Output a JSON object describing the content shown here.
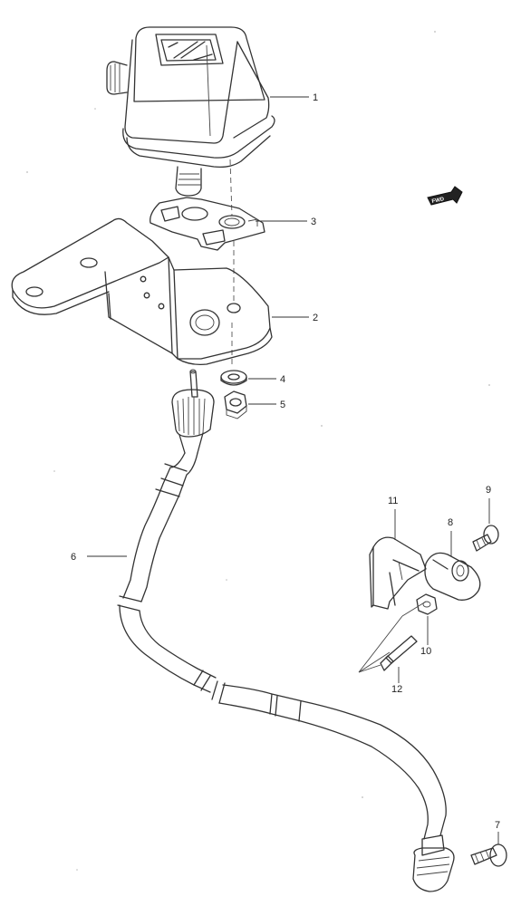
{
  "diagram": {
    "fwd_badge": "FWD",
    "callouts": [
      {
        "key": "c1",
        "label": "1"
      },
      {
        "key": "c2",
        "label": "2"
      },
      {
        "key": "c3",
        "label": "3"
      },
      {
        "key": "c4",
        "label": "4"
      },
      {
        "key": "c5",
        "label": "5"
      },
      {
        "key": "c6",
        "label": "6"
      },
      {
        "key": "c7",
        "label": "7"
      },
      {
        "key": "c8",
        "label": "8"
      },
      {
        "key": "c9",
        "label": "9"
      },
      {
        "key": "c10",
        "label": "10"
      },
      {
        "key": "c11",
        "label": "11"
      },
      {
        "key": "c12",
        "label": "12"
      }
    ]
  }
}
